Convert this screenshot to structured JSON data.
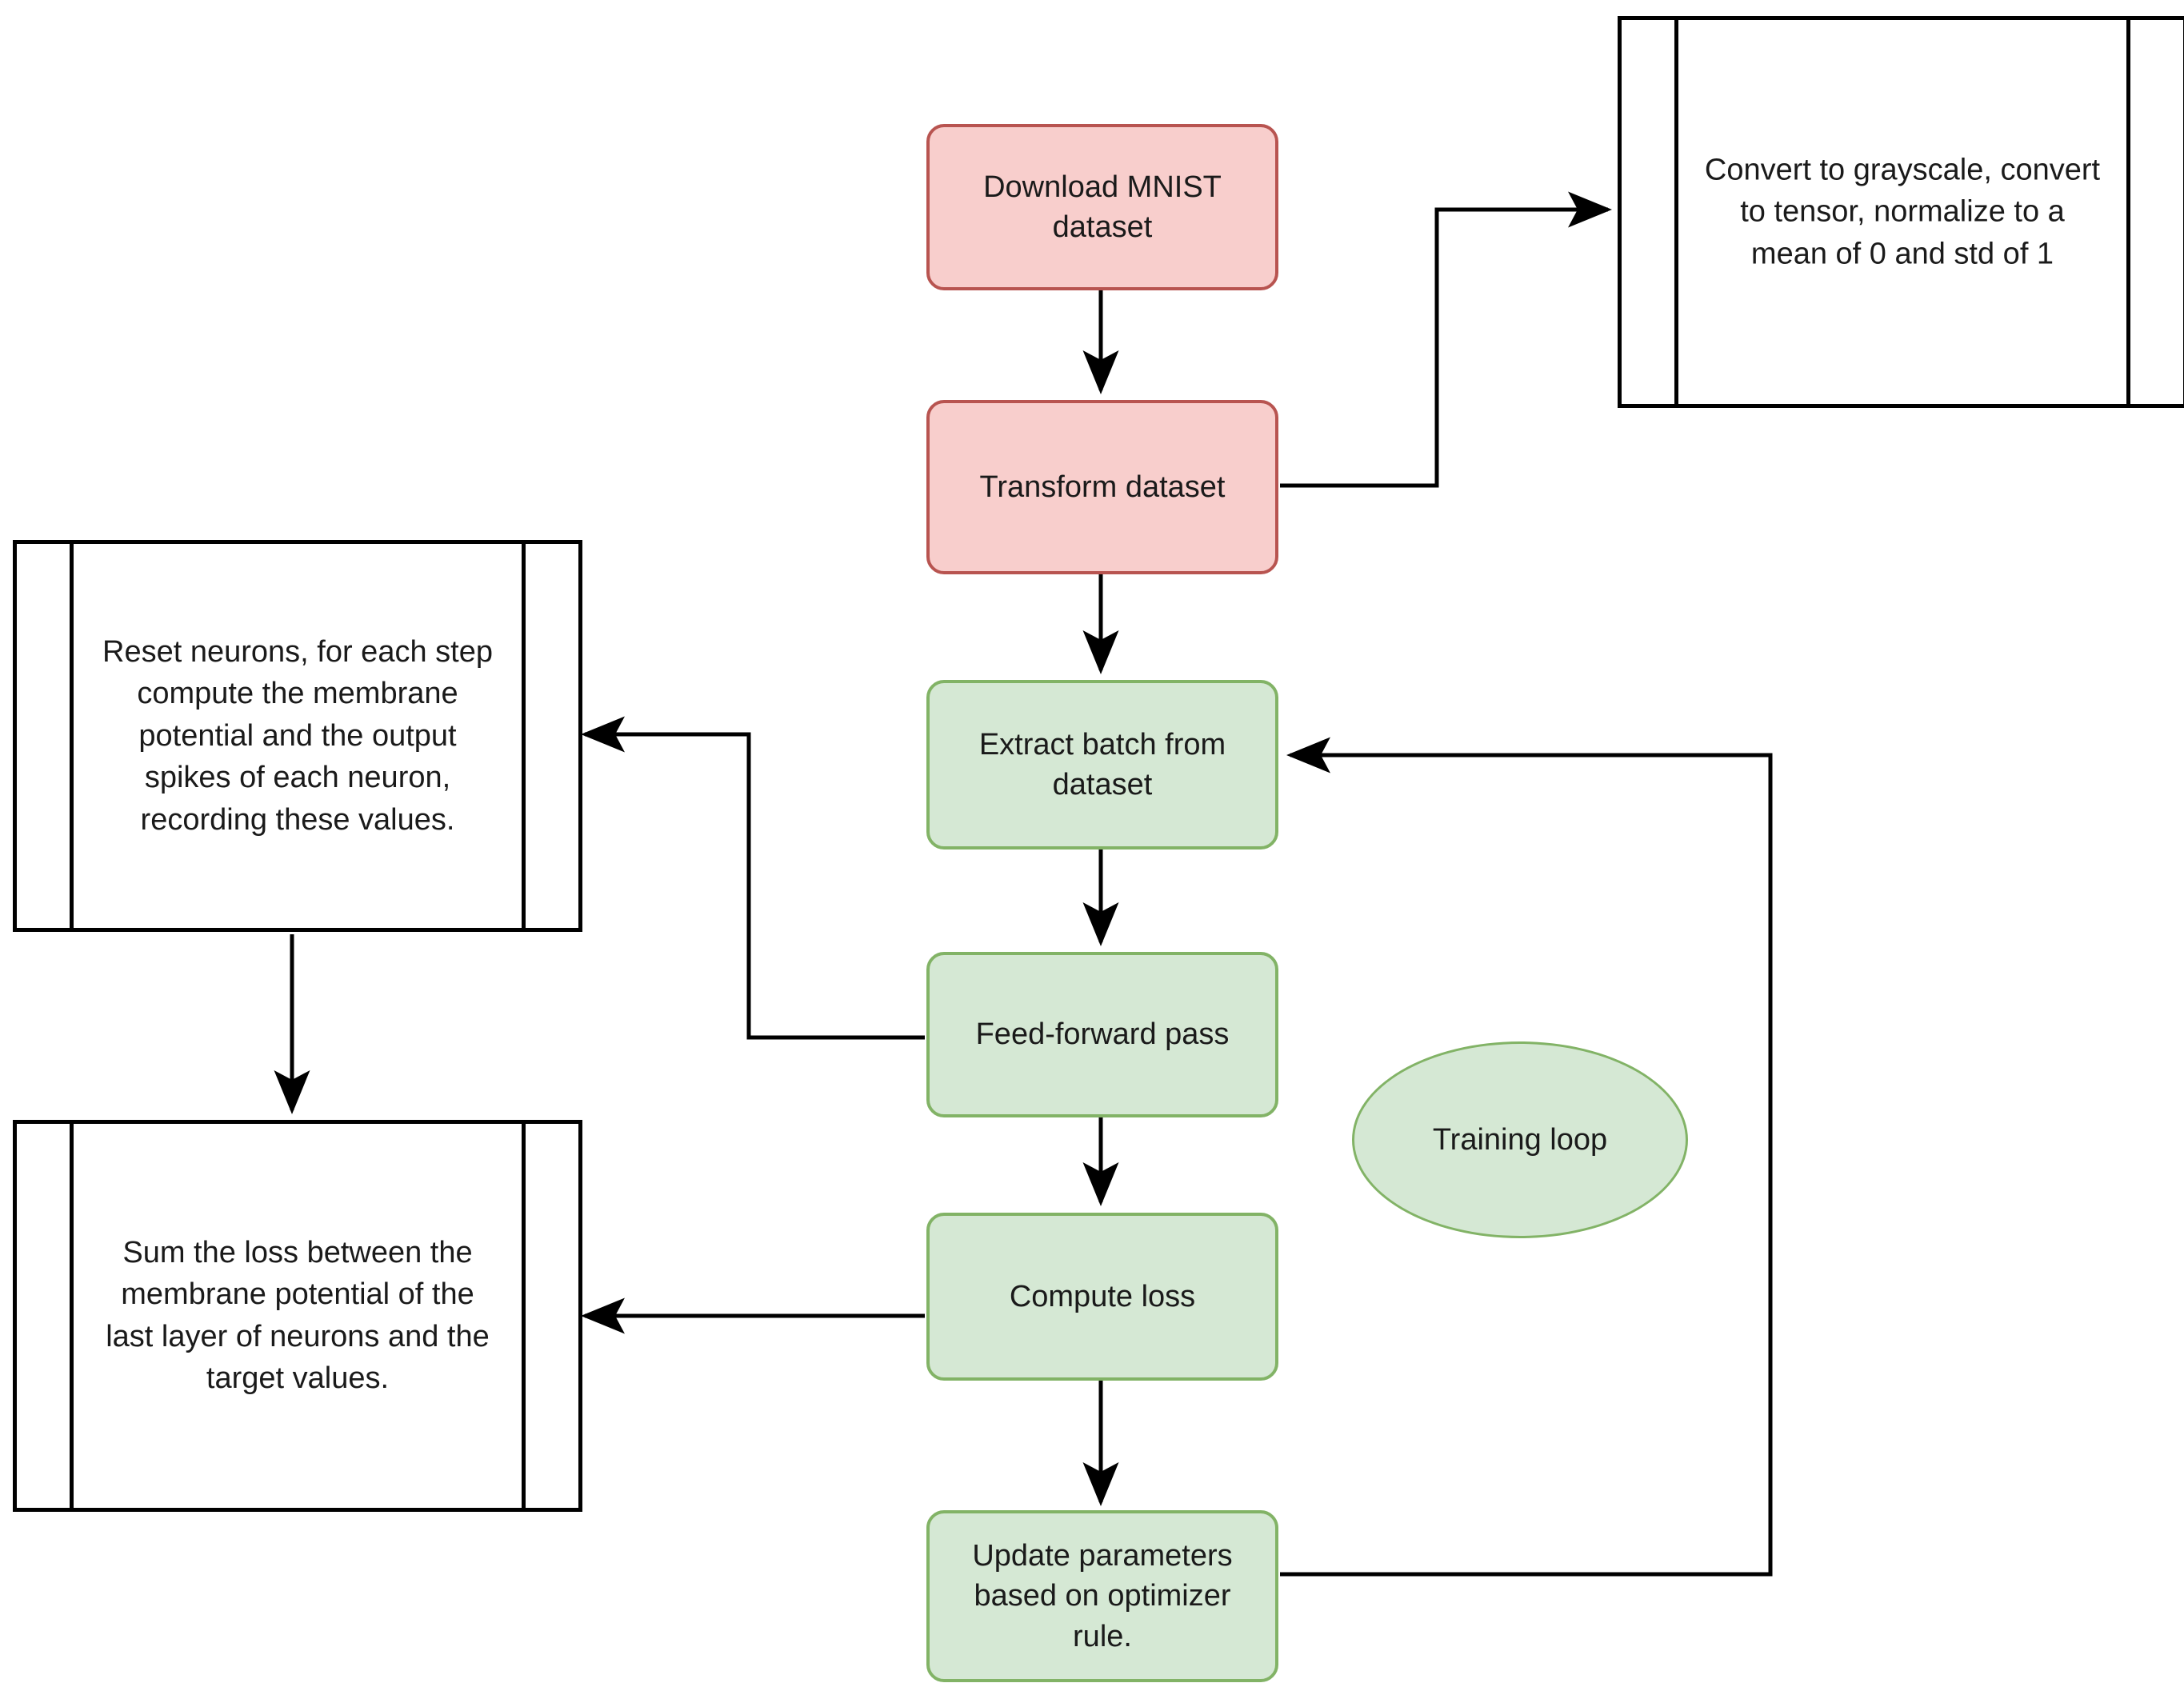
{
  "diagram": {
    "title": "MNIST spiking neural network training flowchart",
    "colors": {
      "pink_fill": "#f8cecc",
      "pink_border": "#b85450",
      "green_fill": "#d5e8d4",
      "green_border": "#82b366",
      "note_border": "#000000",
      "note_fill": "#ffffff",
      "edge": "#000000",
      "text": "#1a1a1a",
      "background": "#ffffff"
    },
    "nodes": [
      {
        "id": "download",
        "label": "Download MNIST\ndataset",
        "shape": "rounded-rectangle",
        "style": "pink"
      },
      {
        "id": "transform",
        "label": "Transform dataset",
        "shape": "rounded-rectangle",
        "style": "pink"
      },
      {
        "id": "extract",
        "label": "Extract batch from\ndataset",
        "shape": "rounded-rectangle",
        "style": "green"
      },
      {
        "id": "feedforward",
        "label": "Feed-forward pass",
        "shape": "rounded-rectangle",
        "style": "green"
      },
      {
        "id": "computeloss",
        "label": "Compute loss",
        "shape": "rounded-rectangle",
        "style": "green"
      },
      {
        "id": "update",
        "label": "Update parameters\nbased on optimizer\nrule.",
        "shape": "rounded-rectangle",
        "style": "green"
      },
      {
        "id": "trainingloop",
        "label": "Training loop",
        "shape": "ellipse",
        "style": "green"
      }
    ],
    "notes": [
      {
        "id": "note-transform",
        "label": "Convert to grayscale, convert\nto tensor, normalize to a\nmean of 0 and std of 1"
      },
      {
        "id": "note-feedforward",
        "label": "Reset neurons, for each step\ncompute the membrane\npotential and the output\nspikes of each neuron,\nrecording these values."
      },
      {
        "id": "note-loss",
        "label": "Sum the loss between the\nmembrane potential of the\nlast layer of neurons and the\ntarget values."
      }
    ],
    "edges": [
      {
        "from": "download",
        "to": "transform",
        "type": "arrow",
        "direction": "down"
      },
      {
        "from": "transform",
        "to": "note-transform",
        "type": "arrow",
        "direction": "right-up-right"
      },
      {
        "from": "transform",
        "to": "extract",
        "type": "arrow",
        "direction": "down"
      },
      {
        "from": "extract",
        "to": "feedforward",
        "type": "arrow",
        "direction": "down"
      },
      {
        "from": "feedforward",
        "to": "note-feedforward",
        "type": "arrow",
        "direction": "left-up-left"
      },
      {
        "from": "feedforward",
        "to": "computeloss",
        "type": "arrow",
        "direction": "down"
      },
      {
        "from": "computeloss",
        "to": "note-loss",
        "type": "arrow",
        "direction": "left"
      },
      {
        "from": "computeloss",
        "to": "update",
        "type": "arrow",
        "direction": "down"
      },
      {
        "from": "update",
        "to": "extract",
        "type": "arrow",
        "direction": "right-up-left-loop"
      },
      {
        "from": "note-feedforward",
        "to": "note-loss",
        "type": "arrow",
        "direction": "down"
      }
    ]
  }
}
